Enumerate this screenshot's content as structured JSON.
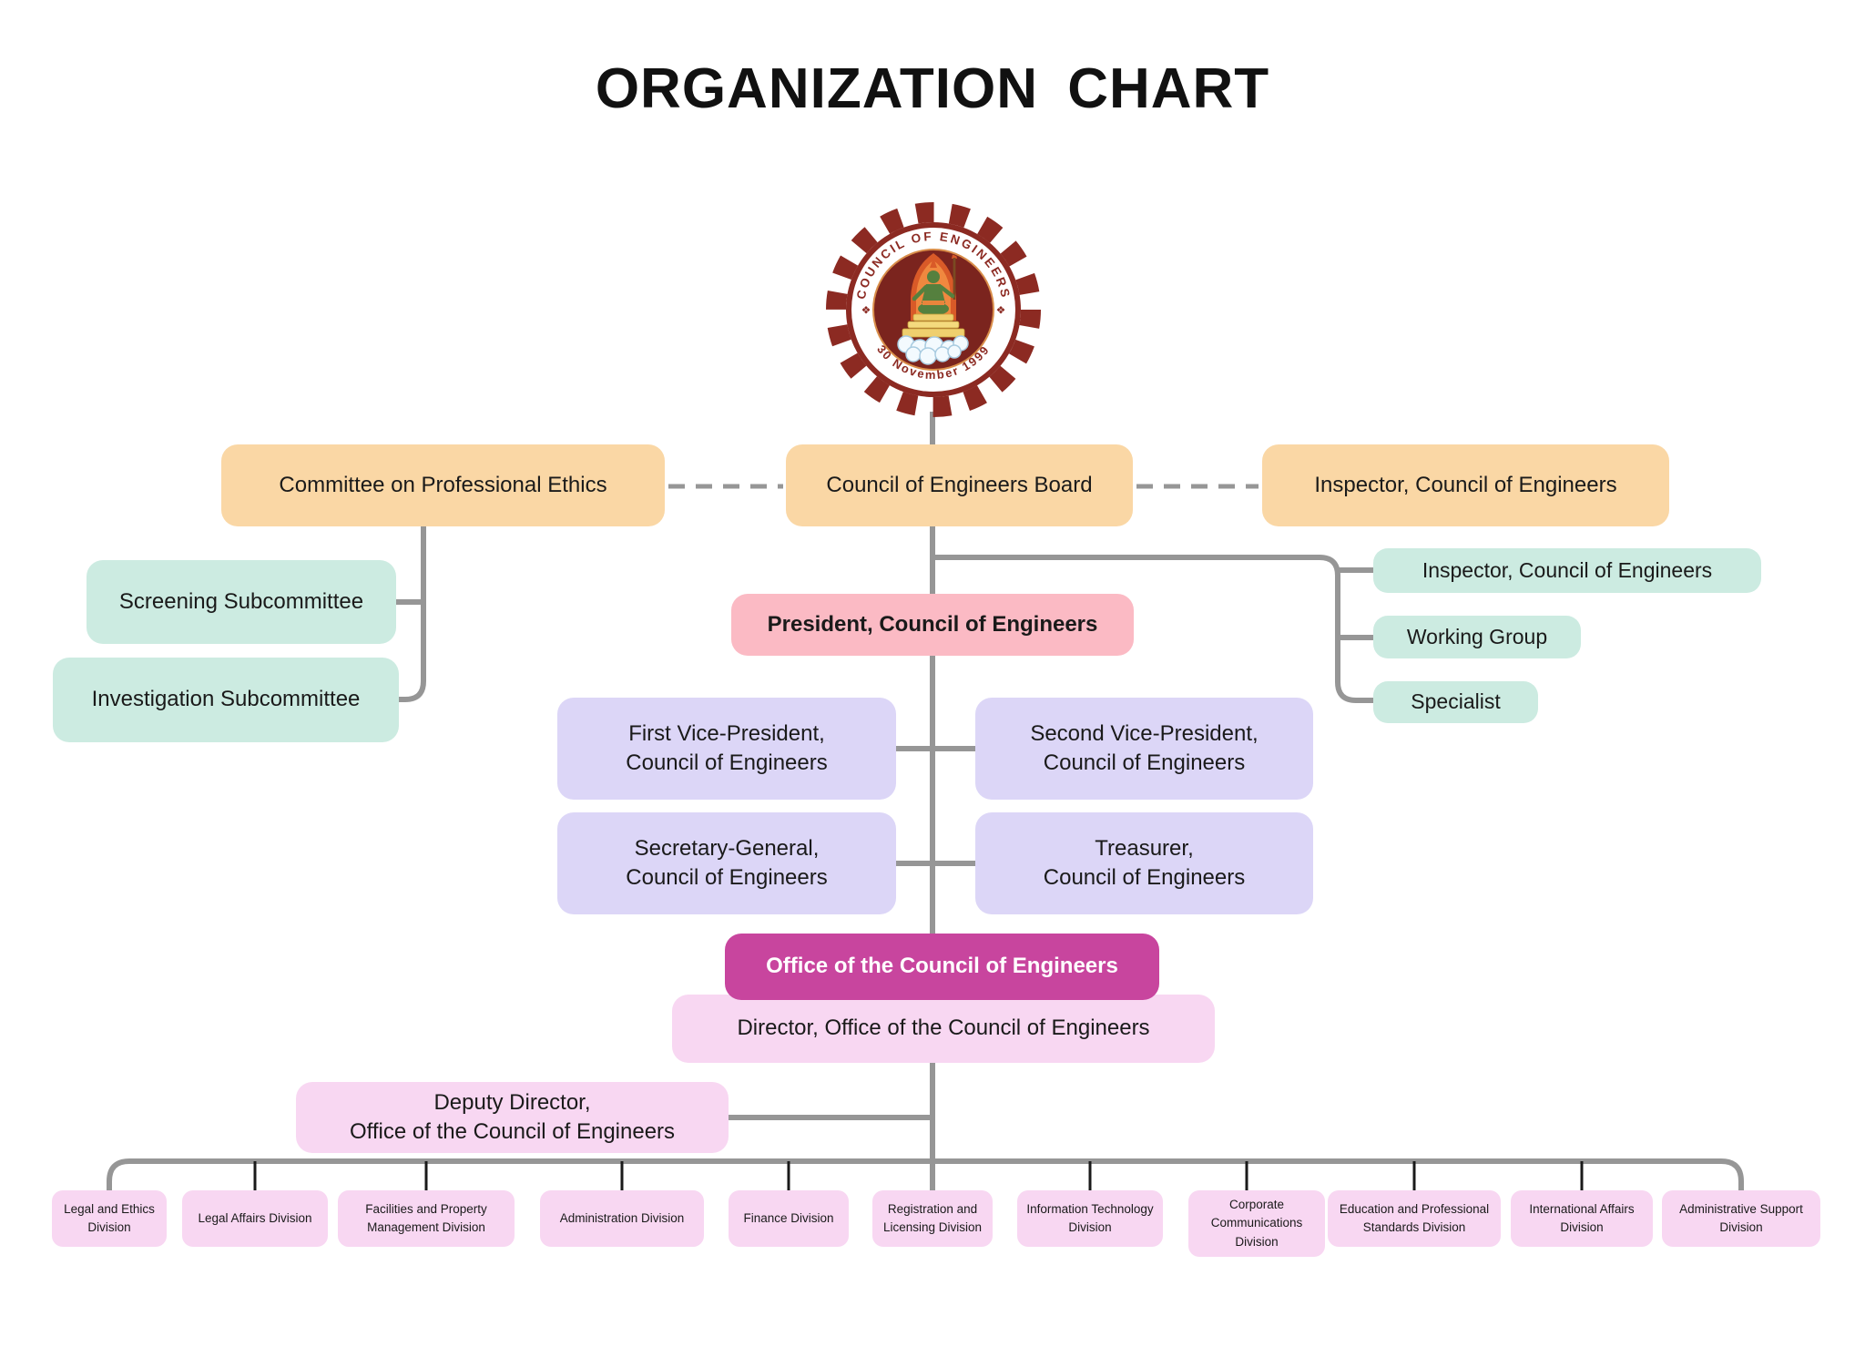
{
  "title": "ORGANIZATION CHART",
  "logo": {
    "name": "Council of Engineers seal",
    "top_text": "COUNCIL OF ENGINEERS",
    "bottom_text": "30 November 1999"
  },
  "colors": {
    "orange_box": "#FAD7A5",
    "mint_box": "#CCEBE1",
    "pink_box": "#FBBAC4",
    "lavender_box": "#DCD6F7",
    "magenta_box": "#C8459E",
    "light_pink_box": "#F8D7F2",
    "connector_gray": "#969696",
    "connector_black": "#1A1A1A",
    "logo_dark_red": "#8C2A22"
  },
  "nodes": {
    "committee": {
      "label": "Committee on Professional Ethics"
    },
    "board": {
      "label": "Council of Engineers Board"
    },
    "inspector_top": {
      "label": "Inspector, Council of Engineers"
    },
    "screening": {
      "label": "Screening Subcommittee"
    },
    "investigation": {
      "label": "Investigation Subcommittee"
    },
    "inspector_right": {
      "label": "Inspector, Council of Engineers"
    },
    "working_group": {
      "label": "Working Group"
    },
    "specialist": {
      "label": "Specialist"
    },
    "president": {
      "label": "President, Council of Engineers"
    },
    "first_vp": {
      "label": "First Vice-President,\nCouncil of Engineers"
    },
    "second_vp": {
      "label": "Second Vice-President,\nCouncil of Engineers"
    },
    "secretary_general": {
      "label": "Secretary-General,\nCouncil of Engineers"
    },
    "treasurer": {
      "label": "Treasurer,\nCouncil of Engineers"
    },
    "office": {
      "label": "Office of the Council of Engineers"
    },
    "director": {
      "label": "Director, Office of the Council of Engineers"
    },
    "deputy_director": {
      "label": "Deputy Director,\nOffice of the Council of Engineers"
    }
  },
  "divisions": [
    {
      "label": "Legal and Ethics\nDivision"
    },
    {
      "label": "Legal Affairs Division"
    },
    {
      "label": "Facilities and Property\nManagement Division"
    },
    {
      "label": "Administration Division"
    },
    {
      "label": "Finance Division"
    },
    {
      "label": "Registration and\nLicensing Division"
    },
    {
      "label": "Information Technology\nDivision"
    },
    {
      "label": "Corporate\nCommunications\nDivision"
    },
    {
      "label": "Education and Professional\nStandards Division"
    },
    {
      "label": "International Affairs\nDivision"
    },
    {
      "label": "Administrative Support\nDivision"
    }
  ]
}
